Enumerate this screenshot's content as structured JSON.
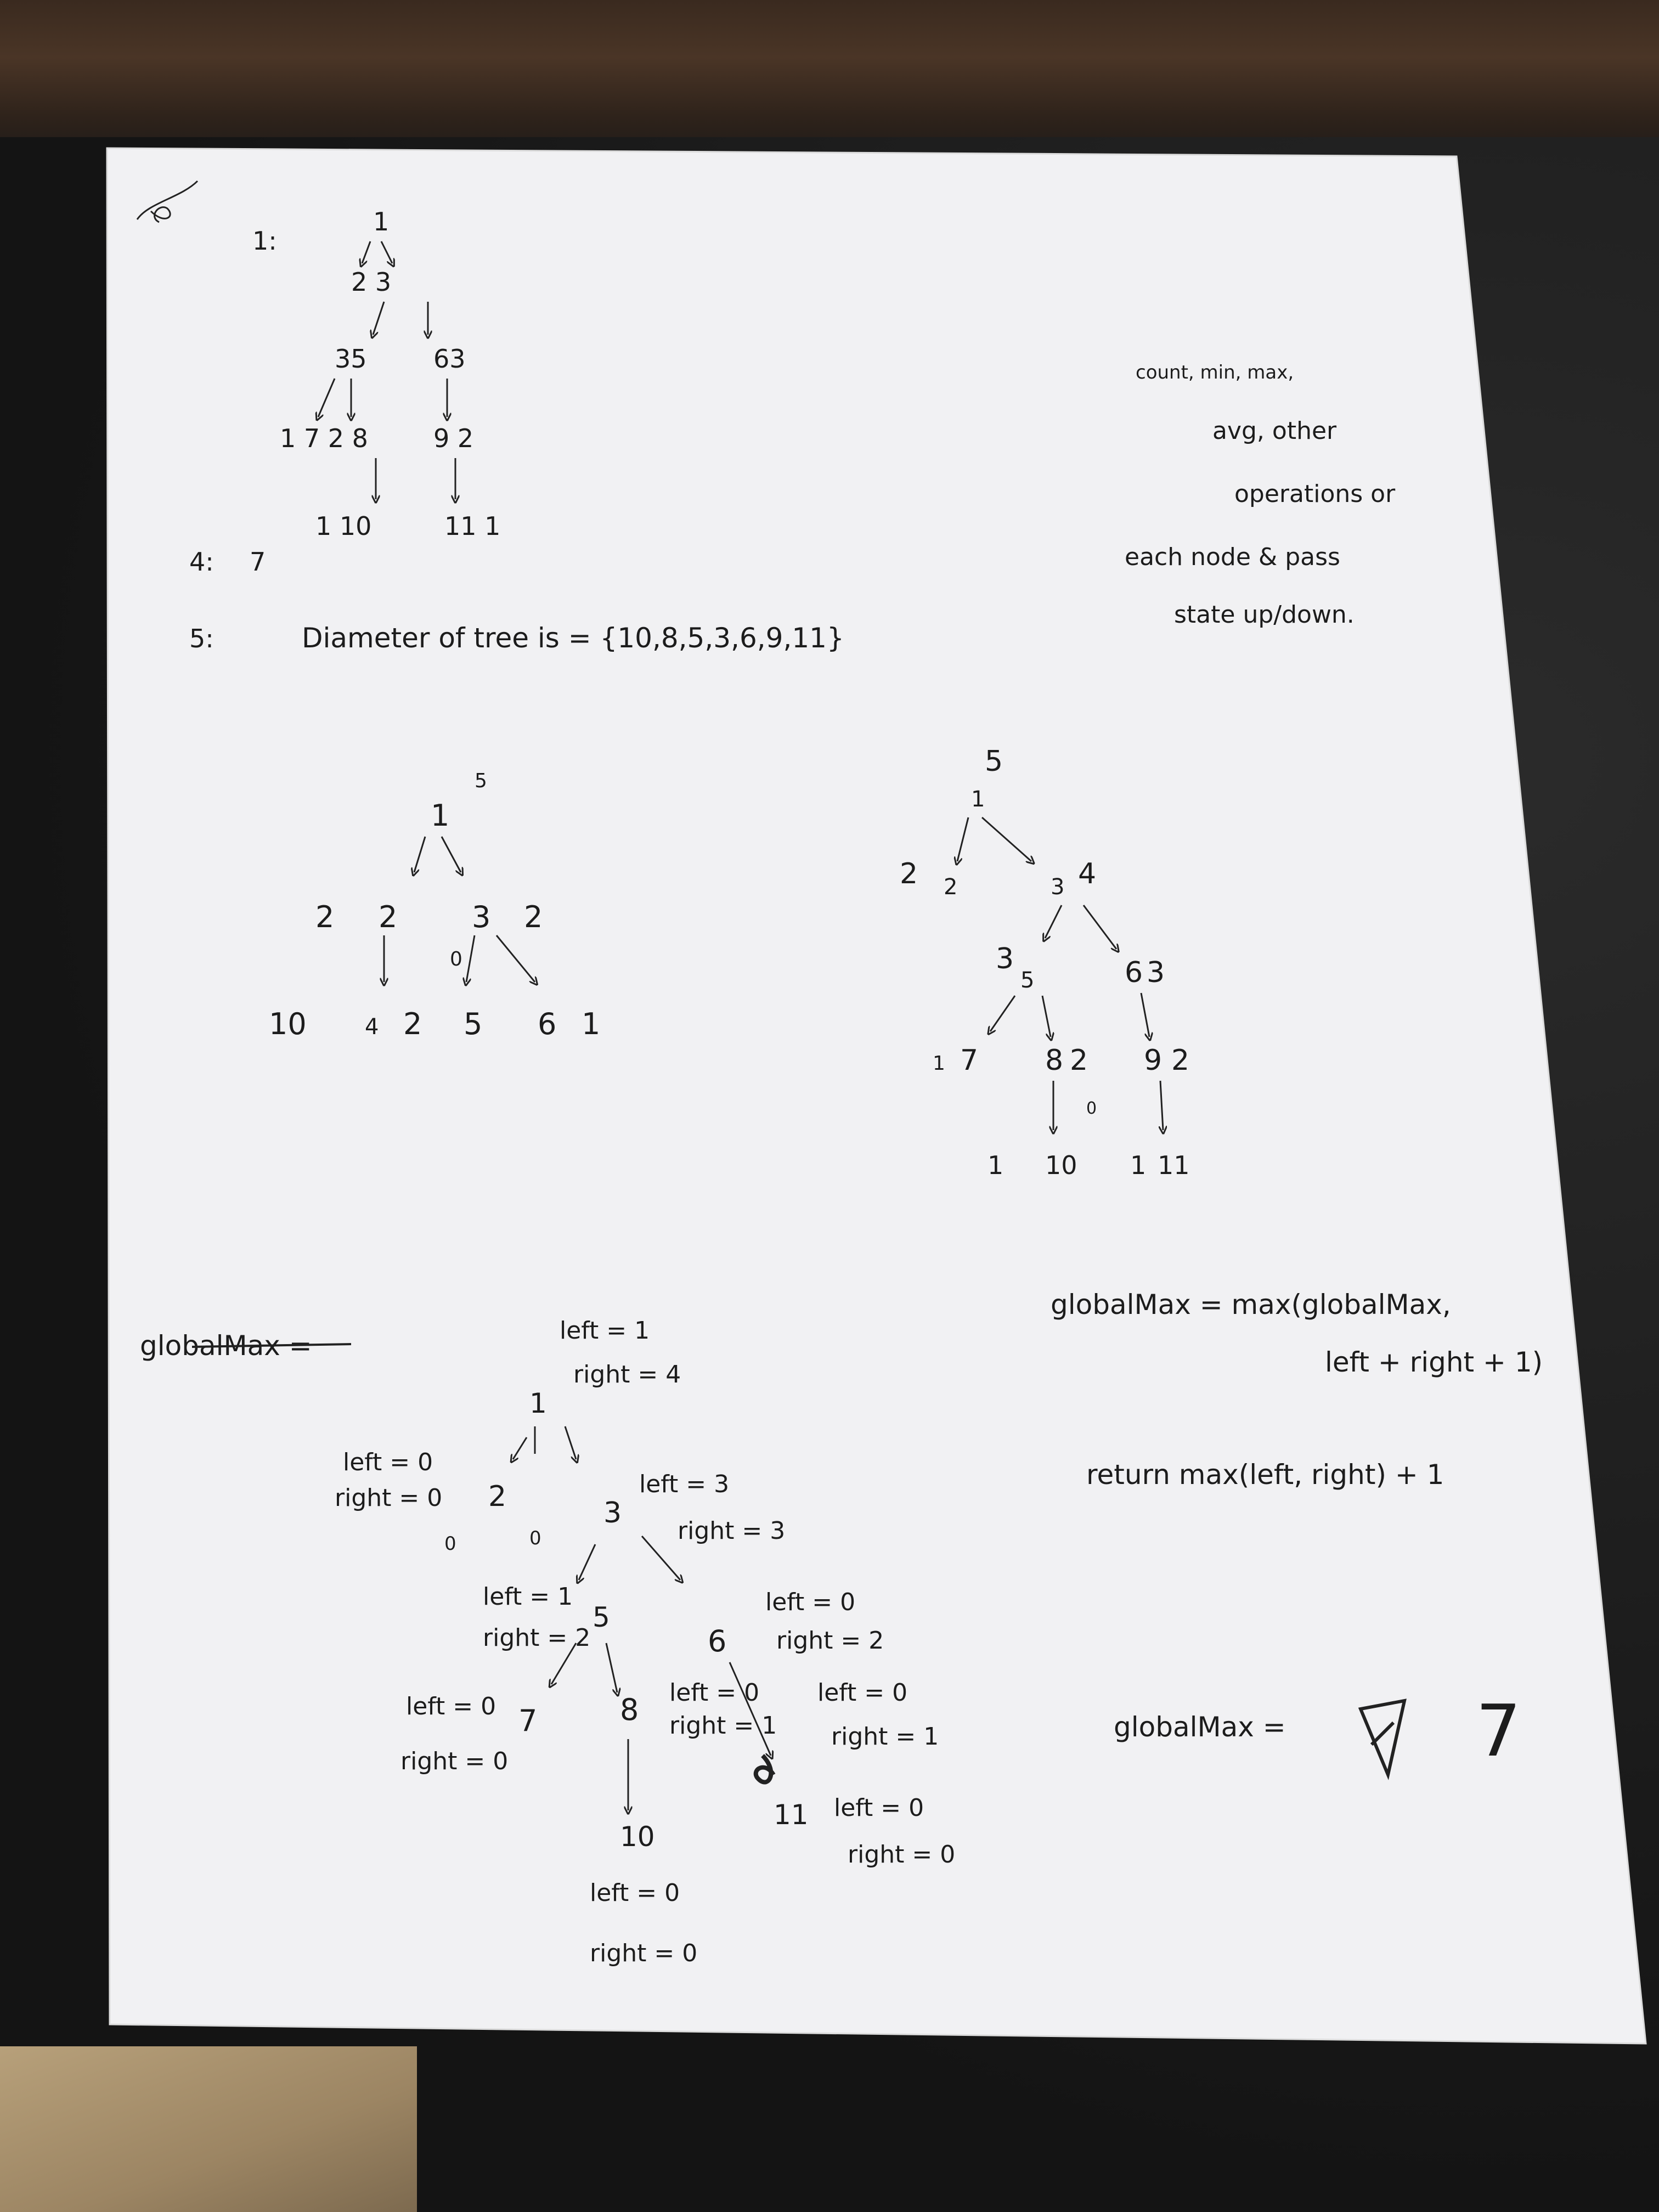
{
  "notes": {
    "q1": {
      "label": "1:",
      "tree": {
        "root": "1",
        "l1": "2  3",
        "l2a": "35",
        "l2b": "63",
        "l3a": "1 7 2 8",
        "l3b": "9 2",
        "l4a": "1 10",
        "l4b": "11 1"
      }
    },
    "q4": {
      "label": "4:",
      "answer": "7"
    },
    "q5": {
      "label": "5:",
      "text": "Diameter of tree is = {10,8,5,3,6,9,11}"
    },
    "side_note": {
      "line1": "count, min, max,",
      "line2": "avg, other",
      "line3": "operations or",
      "line4": "each node & pass",
      "line5": "state up/down."
    },
    "tree2": {
      "root": "1",
      "root_annot": "5",
      "left_val": "2",
      "left_annot": "2",
      "right_val": "3",
      "right_annot": "2",
      "left_child": "4",
      "left_annot0": "0",
      "mid_child": "5",
      "mid_annot": "2",
      "right_child": "6",
      "right_annot1": "1",
      "left_leaf_annot": "10"
    },
    "tree3": {
      "root": "1",
      "root_annot": "5",
      "left": "2",
      "left_annot": "2",
      "right": "3",
      "right_annot": "4",
      "r_left": "5",
      "r_left_annot": "3",
      "r_right": "6",
      "r_right_annot": "3",
      "rl_left": "7",
      "rl_left_annot": "1",
      "rl_mid": "8",
      "rl_mid_annot": "2",
      "rr_child": "9",
      "rr_child_annot": "2",
      "rl_mid_annot0": "0",
      "leaf_a": "1",
      "leaf_b": "10",
      "leaf_c": "1",
      "leaf_d": "11"
    },
    "globalmax_struck": "globalMax =",
    "formula1": "globalMax = max(globalMax,",
    "formula2": "left + right + 1)",
    "formula3": "return max(left, right) + 1",
    "globalmax_result_label": "globalMax =",
    "globalmax_result_value": "7",
    "trace": {
      "n1": "1",
      "n1_l": "left = 1",
      "n1_r": "right = 4",
      "n2": "2",
      "n2_l": "left = 0",
      "n2_r": "right = 0",
      "n2_0": "0",
      "n3": "3",
      "n3_l": "left = 3",
      "n3_r": "right = 3",
      "n3_0": "0",
      "n5": "5",
      "n5_l": "left = 1",
      "n5_r": "right = 2",
      "n6": "6",
      "n6_l": "left = 0",
      "n6_r": "right = 2",
      "n7": "7",
      "n7_l": "left = 0",
      "n7_r": "right = 0",
      "n8": "8",
      "n8_l": "left = 0",
      "n8_r": "right = 1",
      "n9_l": "left = 0",
      "n9_r": "right = 1",
      "n10": "10",
      "n10_l": "left = 0",
      "n10_r": "right = 0",
      "n11": "11",
      "n11_l": "left = 0",
      "n11_r": "right = 0"
    }
  }
}
